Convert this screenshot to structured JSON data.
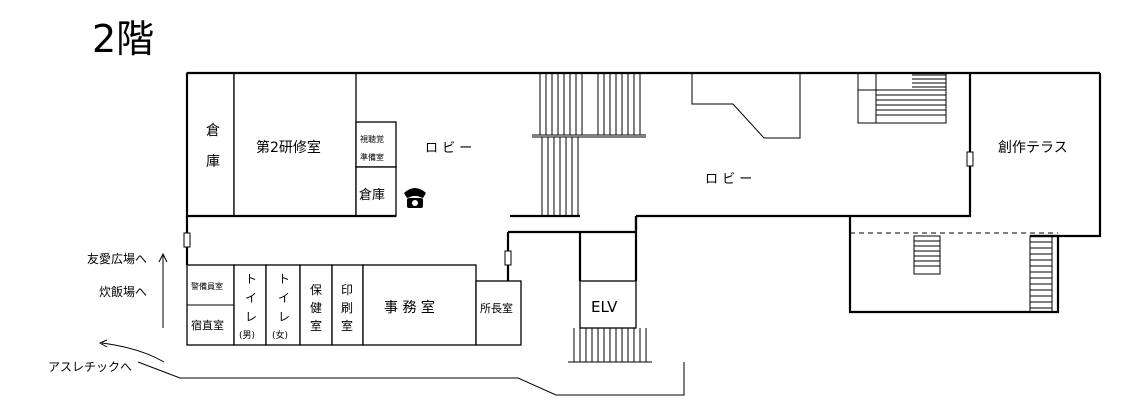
{
  "floor_title": "2階",
  "rooms": {
    "warehouse_left": "倉庫",
    "training_room2": "第2研修室",
    "av_prep_line1": "視聴覚",
    "av_prep_line2": "準備室",
    "warehouse_small": "倉庫",
    "lobby_west": "ロ ビ ー",
    "lobby_center": "ロ ビ ー",
    "creative_terrace": "創作テラス",
    "guard_room": "警備員室",
    "night_duty_room": "宿直室",
    "toilet_male_line1": "ト",
    "toilet_male_line2": "イ",
    "toilet_male_line3": "レ",
    "toilet_male_line4": "(男)",
    "toilet_female_line1": "ト",
    "toilet_female_line2": "イ",
    "toilet_female_line3": "レ",
    "toilet_female_line4": "(女)",
    "health_line1": "保",
    "health_line2": "健",
    "health_line3": "室",
    "print_line1": "印",
    "print_line2": "刷",
    "print_line3": "室",
    "office": "事 務 室",
    "director_room": "所長室",
    "elevator": "ELV"
  },
  "directions": {
    "yuai_plaza": "友愛広場へ",
    "cooking_area": "炊飯場へ",
    "athletic": "アスレチックへ"
  },
  "icons": {
    "telephone": "telephone-icon"
  }
}
